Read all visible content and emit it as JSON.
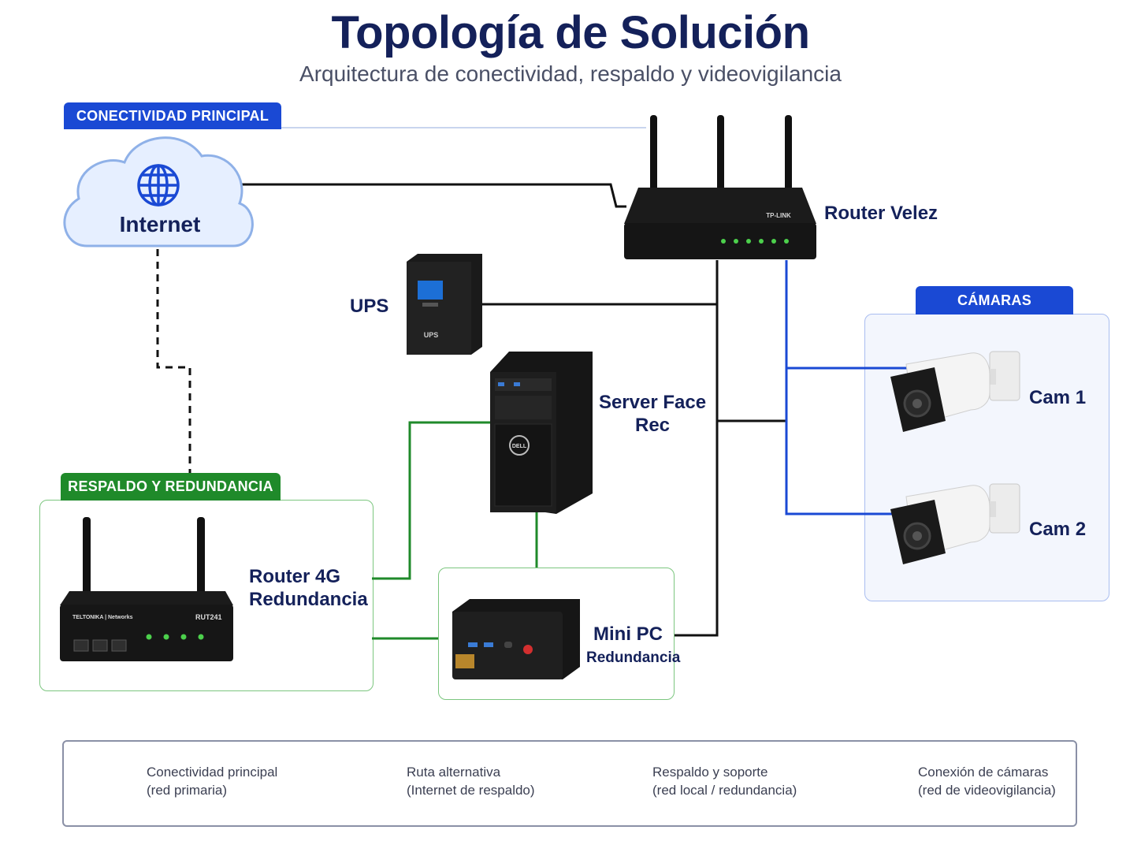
{
  "header": {
    "title": "Topología de Solución",
    "subtitle": "Arquitectura de conectividad, respaldo y videovigilancia"
  },
  "sections": {
    "primary": "CONECTIVIDAD PRINCIPAL",
    "cameras": "CÁMARAS",
    "backup": "RESPALDO Y REDUNDANCIA"
  },
  "devices": {
    "internet": "Internet",
    "router": "Router Velez",
    "router_brand": "TP-LINK",
    "ups": "UPS",
    "ups_brand": "UPS",
    "server_line1": "Server Face",
    "server_line2": "Rec",
    "server_brand": "DELL",
    "router4g_line1": "Router 4G",
    "router4g_line2": "Redundancia",
    "router4g_brand": "TELTONIKA | Networks",
    "router4g_model": "RUT241",
    "minipc_line1": "Mini PC",
    "minipc_line2": "Redundancia",
    "cam1": "Cam 1",
    "cam2": "Cam 2"
  },
  "legend": [
    {
      "line1": "Conectividad principal",
      "line2": "(red primaria)",
      "style": "solid",
      "color": "#111111"
    },
    {
      "line1": "Ruta alternativa",
      "line2": "(Internet de respaldo)",
      "style": "dashed",
      "color": "#111111"
    },
    {
      "line1": "Respaldo y soporte",
      "line2": "(red local / redundancia)",
      "style": "solid",
      "color": "#1f8a2a"
    },
    {
      "line1": "Conexión de cámaras",
      "line2": "(red de videovigilancia)",
      "style": "solid",
      "color": "#1a49d4"
    }
  ],
  "colors": {
    "primary": "#111111",
    "backup": "#1f8a2a",
    "cameras": "#1a49d4",
    "title": "#14215a"
  }
}
